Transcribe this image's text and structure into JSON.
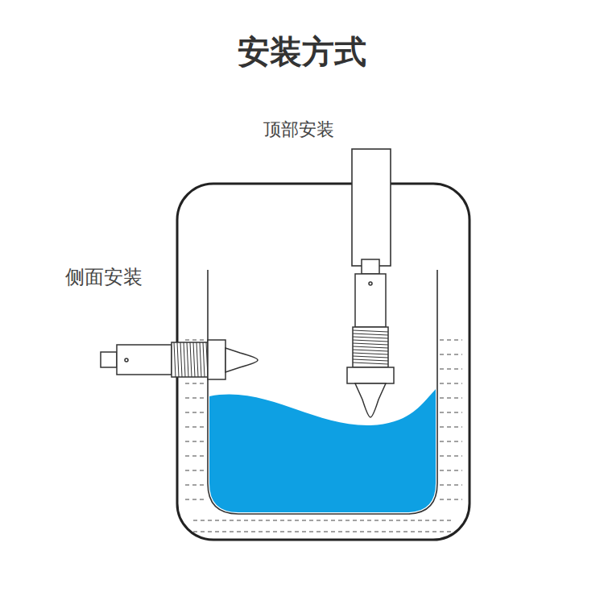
{
  "diagram": {
    "title": "安装方式",
    "labels": [
      "顶部安装",
      "侧面安装"
    ]
  }
}
